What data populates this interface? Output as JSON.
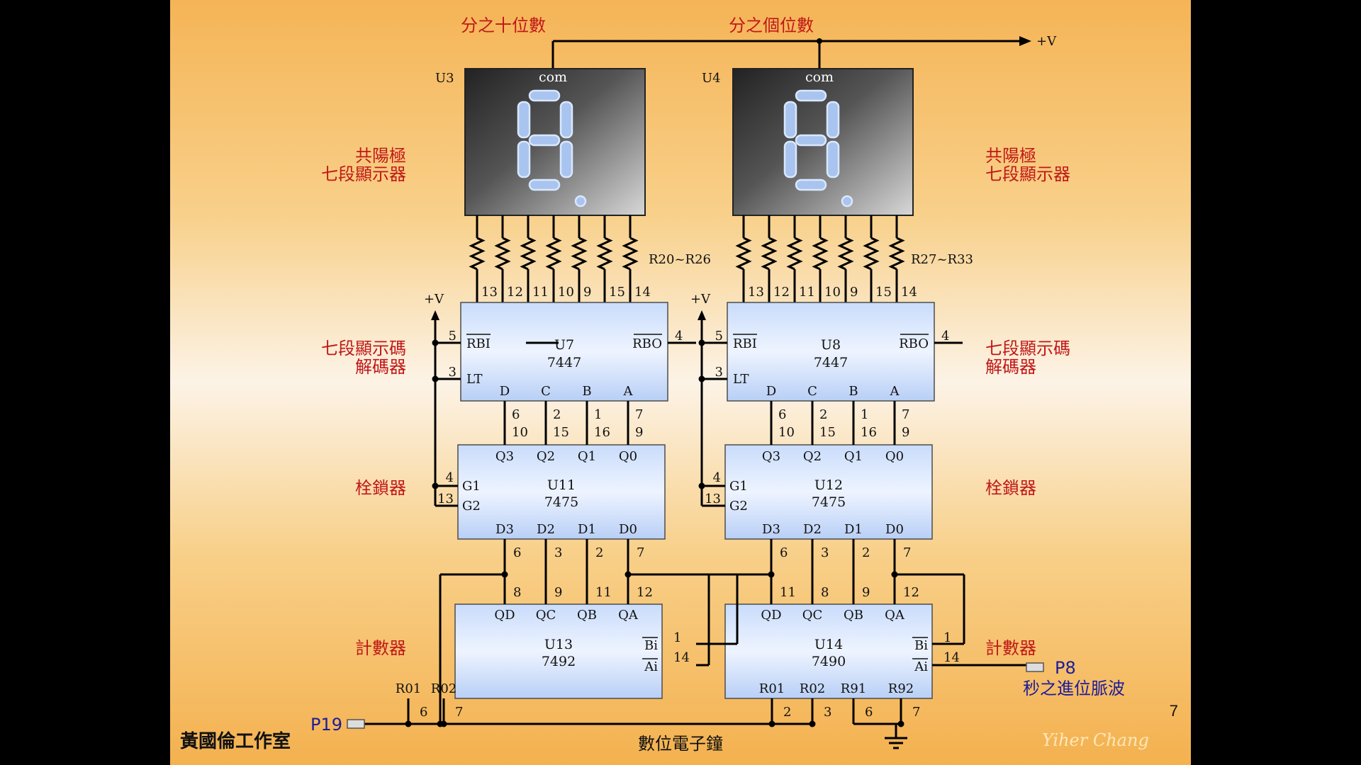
{
  "slide": {
    "title": "數位電子鐘",
    "page_number": "7",
    "studio": "黃國倫工作室",
    "signature": "Yiher Chang"
  },
  "power": "+V",
  "displays": [
    {
      "ref": "U3",
      "com": "com",
      "title": "分之十位數",
      "side_label": [
        "共陽極",
        "七段顯示器"
      ],
      "resistors": "R20~R26"
    },
    {
      "ref": "U4",
      "com": "com",
      "title": "分之個位數",
      "side_label": [
        "共陽極",
        "七段顯示器"
      ],
      "resistors": "R27~R33"
    }
  ],
  "resistor_pins": [
    "13",
    "12",
    "11",
    "10",
    "9",
    "15",
    "14"
  ],
  "decoders": [
    {
      "ref": "U7",
      "part": "7447"
    },
    {
      "ref": "U8",
      "part": "7447"
    }
  ],
  "decoder_pins": {
    "segments": [
      "a",
      "b",
      "c",
      "d",
      "e",
      "f",
      "g"
    ],
    "rbi": "RBI",
    "rbo": "RBO",
    "lt": "LT",
    "inputs": [
      "D",
      "C",
      "B",
      "A"
    ],
    "rbi_pin": "5",
    "lt_pin": "3",
    "rbo_pin": "4",
    "input_pins": [
      "6",
      "2",
      "1",
      "7"
    ]
  },
  "latches": [
    {
      "ref": "U11",
      "part": "7475"
    },
    {
      "ref": "U12",
      "part": "7475"
    }
  ],
  "latch_pins": {
    "outputs": [
      "Q3",
      "Q2",
      "Q1",
      "Q0"
    ],
    "output_pins": [
      "10",
      "15",
      "16",
      "9"
    ],
    "inputs": [
      "D3",
      "D2",
      "D1",
      "D0"
    ],
    "input_pins": [
      "6",
      "3",
      "2",
      "7"
    ],
    "g1": "G1",
    "g2": "G2",
    "g1_pin": "4",
    "g2_pin": "13"
  },
  "counters": [
    {
      "ref": "U13",
      "part": "7492",
      "out_pins": [
        "8",
        "9",
        "11",
        "12"
      ],
      "resets": [
        "R01",
        "R02"
      ],
      "reset_pins": [
        "6",
        "7"
      ]
    },
    {
      "ref": "U14",
      "part": "7490",
      "out_pins": [
        "11",
        "8",
        "9",
        "12"
      ],
      "resets": [
        "R01",
        "R02",
        "R91",
        "R92"
      ],
      "reset_pins": [
        "2",
        "3",
        "6",
        "7"
      ]
    }
  ],
  "counter_pins": {
    "outputs": [
      "QD",
      "QC",
      "QB",
      "QA"
    ],
    "bi": "Bi",
    "ai": "Ai",
    "bi_pin": "1",
    "ai_pin": "14"
  },
  "row_labels": {
    "decoder": [
      "七段顯示碼",
      "解碼器"
    ],
    "latch": "栓鎖器",
    "counter": "計數器"
  },
  "ports": {
    "p19": "P19",
    "p8": "P8",
    "p8_desc": "秒之進位脈波"
  }
}
